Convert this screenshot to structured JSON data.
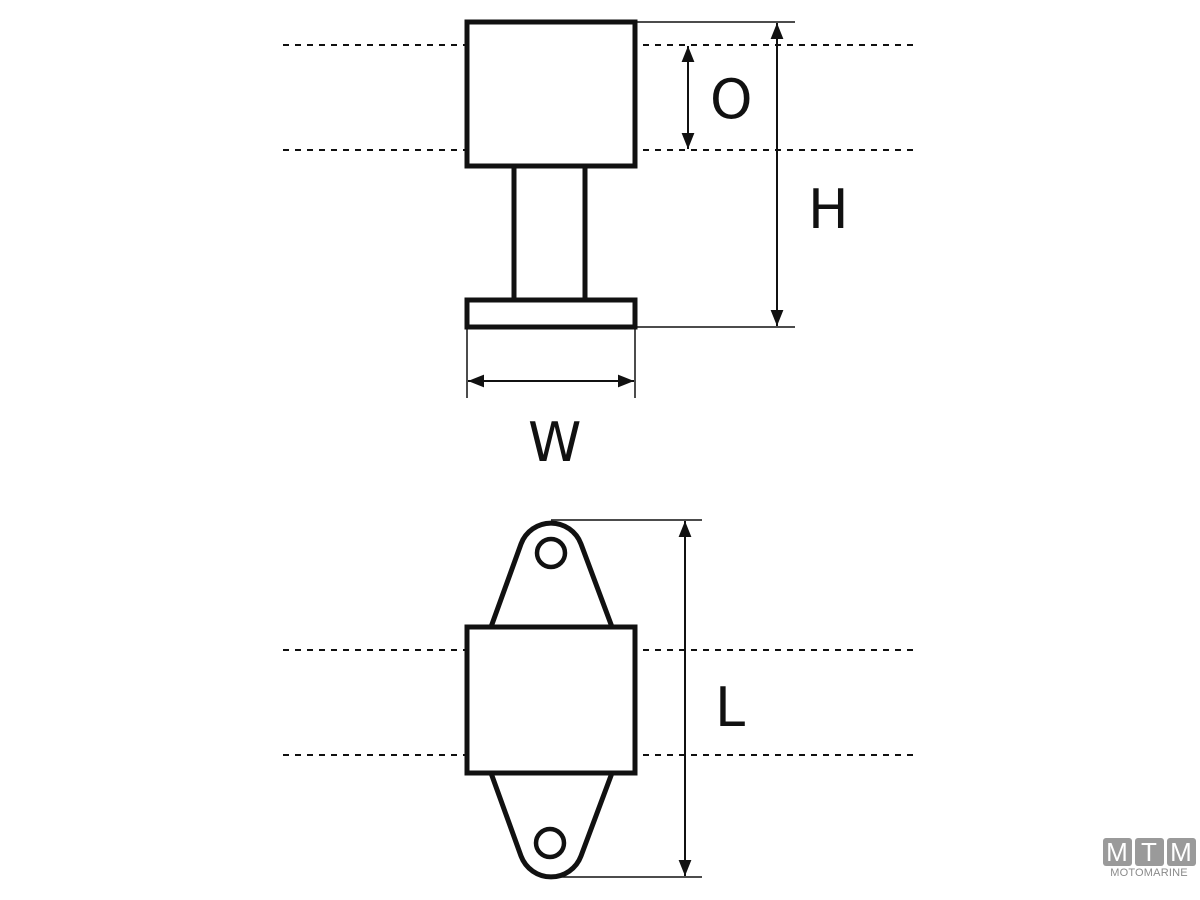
{
  "labels": {
    "O": "O",
    "H": "H",
    "W": "W",
    "L": "L"
  },
  "logo": {
    "letters": [
      "M",
      "T",
      "M"
    ],
    "name": "MOTOMARINE"
  },
  "colors": {
    "line": "#111111",
    "logo": "#9a9a9a"
  }
}
